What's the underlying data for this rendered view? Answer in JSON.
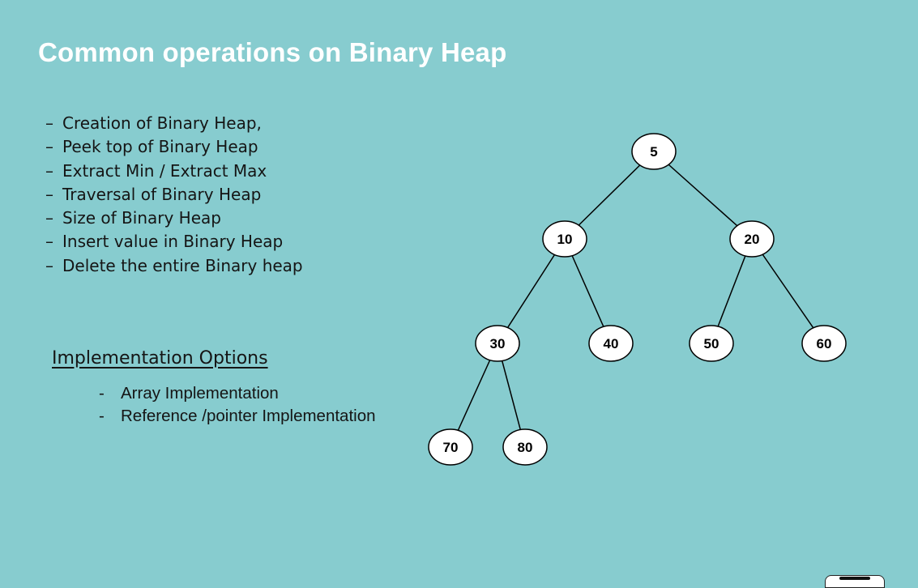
{
  "title": "Common operations on Binary Heap",
  "operations": [
    "Creation of Binary Heap,",
    "Peek top of Binary Heap",
    "Extract Min / Extract Max",
    "Traversal of Binary Heap",
    "Size of Binary Heap",
    "Insert value in Binary Heap",
    "Delete the entire Binary heap"
  ],
  "operations_bullet": "–",
  "implementation": {
    "heading": "Implementation Options",
    "bullet": "-",
    "options": [
      "Array Implementation",
      "Reference /pointer Implementation"
    ]
  },
  "tree": {
    "nodes": [
      {
        "id": "n5",
        "label": "5"
      },
      {
        "id": "n10",
        "label": "10"
      },
      {
        "id": "n20",
        "label": "20"
      },
      {
        "id": "n30",
        "label": "30"
      },
      {
        "id": "n40",
        "label": "40"
      },
      {
        "id": "n50",
        "label": "50"
      },
      {
        "id": "n60",
        "label": "60"
      },
      {
        "id": "n70",
        "label": "70"
      },
      {
        "id": "n80",
        "label": "80"
      }
    ],
    "edges": [
      [
        "n5",
        "n10"
      ],
      [
        "n5",
        "n20"
      ],
      [
        "n10",
        "n30"
      ],
      [
        "n10",
        "n40"
      ],
      [
        "n20",
        "n50"
      ],
      [
        "n20",
        "n60"
      ],
      [
        "n30",
        "n70"
      ],
      [
        "n30",
        "n80"
      ]
    ]
  },
  "colors": {
    "background": "#87cccf",
    "node_fill": "#ffffff",
    "node_stroke": "#000000",
    "title_text": "#ffffff"
  }
}
